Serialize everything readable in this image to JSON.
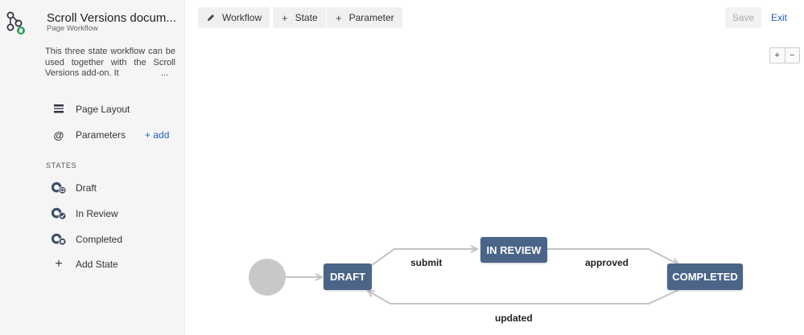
{
  "sidebar": {
    "title": "Scroll Versions docum...",
    "subtitle": "Page Workflow",
    "description": "This three state workflow can be used together with the Scroll Versions add-on. It",
    "description_more": "...",
    "items": [
      {
        "label": "Page Layout",
        "icon": "page-layout-icon"
      },
      {
        "label": "Parameters",
        "icon": "at-icon",
        "action": "+ add"
      }
    ],
    "states_heading": "STATES",
    "states": [
      {
        "label": "Draft",
        "icon": "state-draft-icon"
      },
      {
        "label": "In Review",
        "icon": "state-review-icon"
      },
      {
        "label": "Completed",
        "icon": "state-completed-icon"
      }
    ],
    "add_state": "Add State"
  },
  "toolbar": {
    "workflow": "Workflow",
    "state": "State",
    "parameter": "Parameter",
    "save": "Save",
    "exit": "Exit",
    "zoom_in": "+",
    "zoom_out": "−"
  },
  "diagram": {
    "nodes": {
      "draft": "DRAFT",
      "review": "IN REVIEW",
      "completed": "COMPLETED"
    },
    "transitions": {
      "submit": "submit",
      "approved": "approved",
      "updated": "updated"
    }
  },
  "colors": {
    "node": "#4a6587",
    "link": "#1f5fbf",
    "start": "#c8c8c8",
    "edge": "#c3c3c3"
  }
}
